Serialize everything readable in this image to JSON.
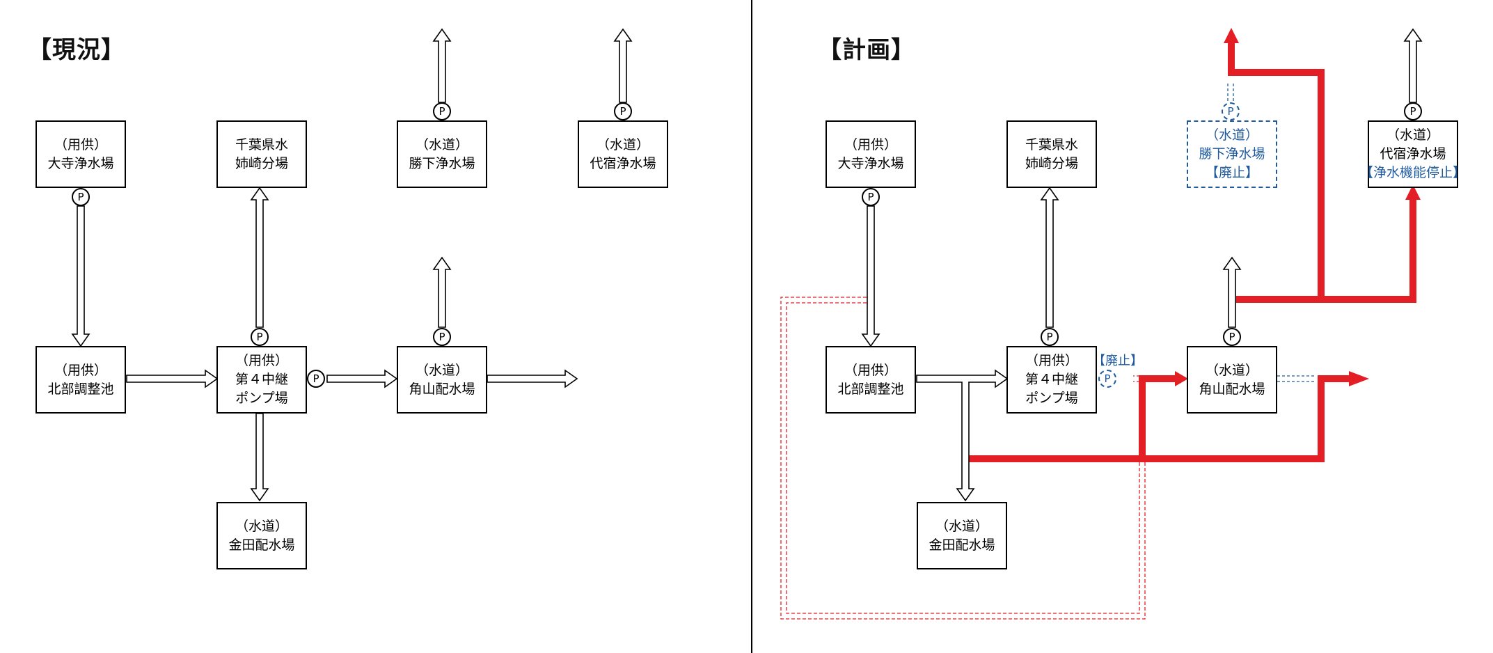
{
  "panels": {
    "current": {
      "heading": "【現況】"
    },
    "plan": {
      "heading": "【計画】"
    }
  },
  "facilities": {
    "daiji": {
      "line1": "（用供）",
      "line2": "大寺浄水場"
    },
    "anesaki": {
      "line1": "千葉県水",
      "line2": "姉崎分場"
    },
    "katsushita": {
      "line1": "（水道）",
      "line2": "勝下浄水場"
    },
    "daijuku": {
      "line1": "（水道）",
      "line2": "代宿浄水場"
    },
    "hokubu": {
      "line1": "（用供）",
      "line2": "北部調整池"
    },
    "pump4": {
      "line1": "（用供）",
      "line2": "第４中継",
      "line3": "ポンプ場"
    },
    "kakuyama": {
      "line1": "（水道）",
      "line2": "角山配水場"
    },
    "kaneda": {
      "line1": "（水道）",
      "line2": "金田配水場"
    }
  },
  "plan_notes": {
    "katsushita_status": "【廃止】",
    "daijuku_status": "【浄水機能停止】",
    "pump_status": "【廃止】"
  },
  "pump_symbol": "P",
  "colors": {
    "existing_pipe": "#000000",
    "new_pipe": "#e31e24",
    "abolished_pipe": "#e31e24",
    "abolished_facility": "#1f5a9e"
  }
}
